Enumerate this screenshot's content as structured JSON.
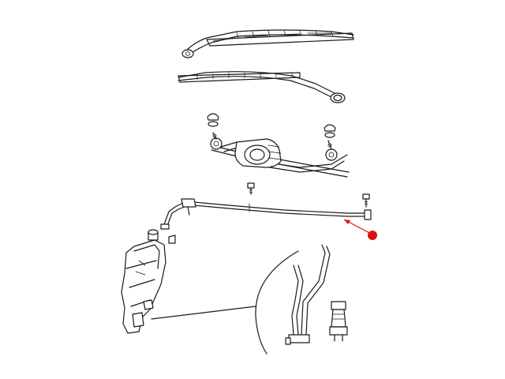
{
  "diagram": {
    "parts": [
      {
        "id": "driver-wiper-arm-blade"
      },
      {
        "id": "passenger-wiper-arm-blade"
      },
      {
        "id": "wiper-pivot-caps"
      },
      {
        "id": "wiper-motor-linkage"
      },
      {
        "id": "linkage-mount-bolt"
      },
      {
        "id": "washer-hose"
      },
      {
        "id": "washer-hose-fastener"
      },
      {
        "id": "washer-reservoir"
      },
      {
        "id": "washer-pump-detail"
      }
    ],
    "callout": {
      "target": "washer-hose",
      "marker_color": "#e01010"
    },
    "line_color": "#1a1a1a",
    "background": "#ffffff"
  }
}
